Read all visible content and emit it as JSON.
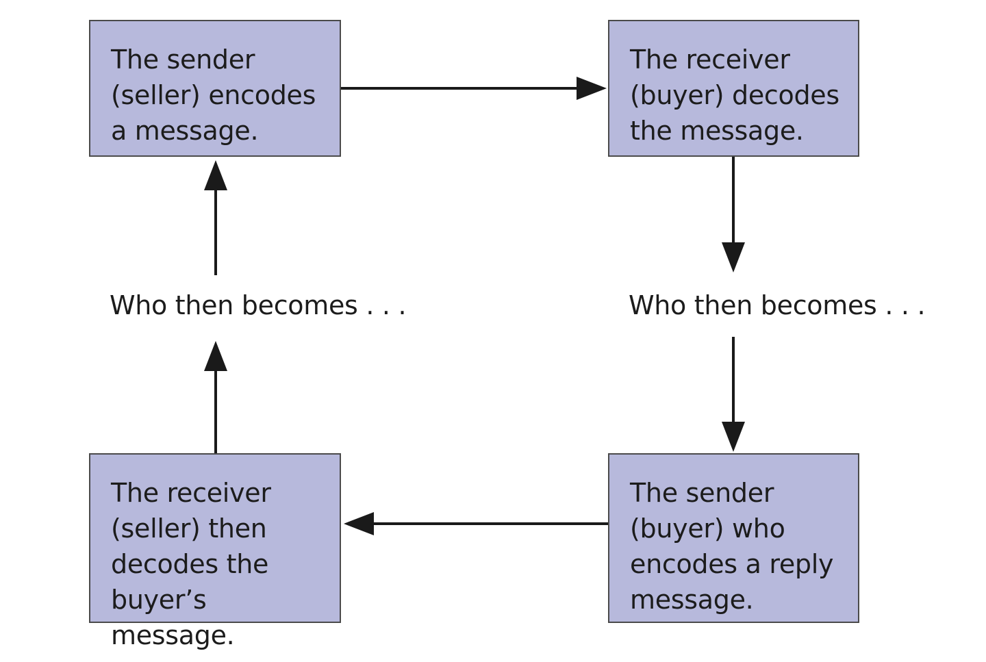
{
  "diagram": {
    "boxes": [
      {
        "id": "sender-seller",
        "text": "The sender\n(seller) encodes\na message."
      },
      {
        "id": "receiver-buyer",
        "text": "The receiver\n(buyer) decodes\nthe message."
      },
      {
        "id": "sender-buyer",
        "text": "The sender\n(buyer) who\nencodes a reply\nmessage."
      },
      {
        "id": "receiver-seller",
        "text": "The receiver\n(seller) then\ndecodes the\nbuyer’s message."
      }
    ],
    "transition_label_left": "Who then becomes . . .",
    "transition_label_right": "Who then becomes . . .",
    "colors": {
      "box_fill": "#b7b9dc",
      "box_border": "#4a4a4a",
      "arrow": "#1a1a1a",
      "text": "#1c1c1c"
    }
  }
}
